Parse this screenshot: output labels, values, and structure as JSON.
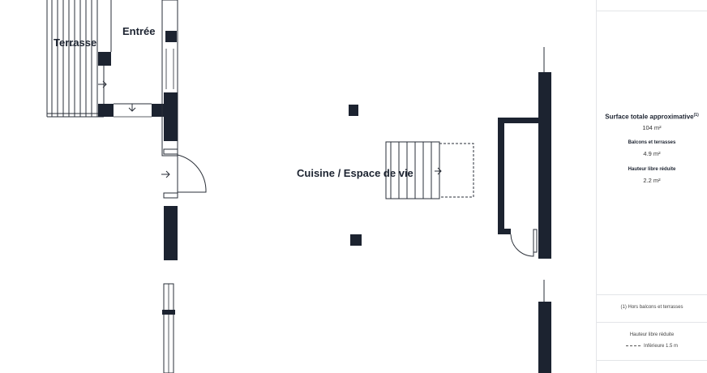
{
  "rooms": {
    "terrasse": "Terrasse",
    "entree": "Entrée",
    "cuisine": "Cuisine / Espace de vie"
  },
  "legend": {
    "surface_totale_label": "Surface totale approximative",
    "surface_totale_note_marker": "(1)",
    "surface_totale_value": "104 m²",
    "balcons_label": "Balcons et terrasses",
    "balcons_value": "4.9 m²",
    "hauteur_label": "Hauteur libre réduite",
    "hauteur_value": "2.2 m²",
    "footnote": "(1) Hors balcons et terrasses",
    "key_title": "Hauteur libre réduite",
    "key_text": "Inférieure 1.5 m"
  },
  "colors": {
    "wall": "#1c2330",
    "line": "#2a2f38",
    "divider": "#e3e5e8"
  }
}
